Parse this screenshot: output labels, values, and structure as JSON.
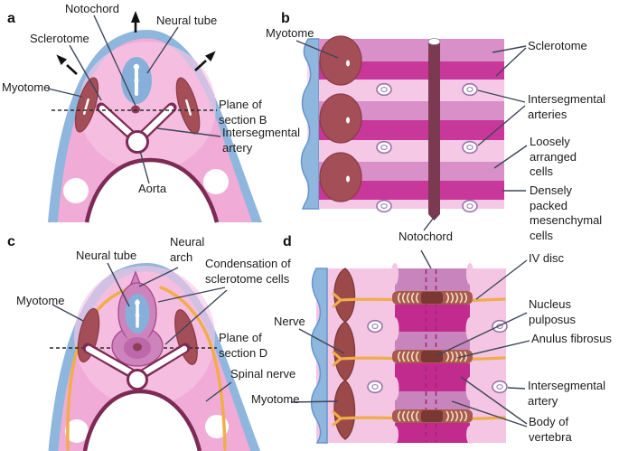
{
  "figure": {
    "panels": {
      "a": {
        "letter": "a",
        "labels": {
          "notochord": "Notochord",
          "neural_tube": "Neural tube",
          "sclerotome": "Sclerotome",
          "myotome": "Myotome",
          "plane": "Plane of\nsection B",
          "intersegmental": "Intersegmental\nartery",
          "aorta": "Aorta"
        }
      },
      "b": {
        "letter": "b",
        "labels": {
          "myotome": "Myotome",
          "sclerotome": "Sclerotome",
          "intersegmental": "Intersegmental\narteries",
          "loosely": "Loosely\narranged\ncells",
          "densely": "Densely\npacked\nmesenchymal\ncells",
          "notochord": "Notochord"
        }
      },
      "c": {
        "letter": "c",
        "labels": {
          "neural_tube": "Neural tube",
          "neural_arch": "Neural\narch",
          "condensation": "Condensation of\nsclerotome cells",
          "myotome": "Myotome",
          "plane": "Plane of\nsection D",
          "spinal_nerve": "Spinal nerve"
        }
      },
      "d": {
        "letter": "d",
        "labels": {
          "nerve": "Nerve",
          "myotome": "Myotome",
          "iv_disc": "IV disc",
          "nucleus": "Nucleus\npulposus",
          "anulus": "Anulus fibrosus",
          "intersegmental": "Intersegmental\nartery",
          "body": "Body of\nvertebra"
        }
      }
    }
  },
  "colors": {
    "body_pink": "#f0acd7",
    "body_pink_light": "#f8c8e6",
    "border_blue": "#8fb6dd",
    "blue_line": "#6695cc",
    "neural_tube_blue": "#86afd9",
    "myotome_red": "#a44e57",
    "myotome_red_dark": "#8c3c48",
    "myotome_brown": "#9c4a49",
    "vessel_maroon": "#7c2c54",
    "noto_maroon": "#8c3f58",
    "rod_maroon": "#7b3a52",
    "stripe_pale": "#f5c9e6",
    "stripe_mauve": "#d98fc7",
    "stripe_dark": "#c8379a",
    "d_bg": "#f4c6e3",
    "d_body_dark": "#c22b8e",
    "d_body_mauve": "#c885bd",
    "disc_band": "#a85a4e",
    "disc_center": "#7a3832",
    "disc_arc": "#f0e0bc",
    "dash_magenta": "#a12472",
    "nerve_yellow": "#f0ae4a",
    "ring_purple": "#9973ab",
    "arch_fill": "#cd84bc",
    "arch_stroke": "#a8478b",
    "cond_inner": "#bd68aa",
    "label_line": "#3f4658"
  }
}
